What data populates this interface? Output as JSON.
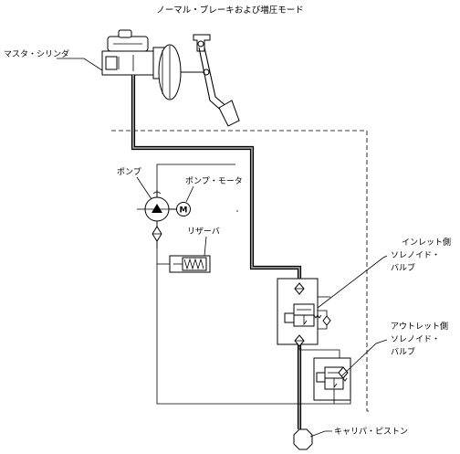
{
  "title": "ノーマル・ブレーキおよび増圧モード",
  "labels": {
    "master_cylinder": "マスタ・シリンダ",
    "pump": "ポンプ",
    "pump_motor": "ポンプ・モータ",
    "motor_symbol": "M",
    "reservoir": "リザーバ",
    "inlet_valve": [
      "インレット側",
      "ソレノイド・",
      "バルブ"
    ],
    "outlet_valve": [
      "アウトレット側",
      "ソレノイド・",
      "バルブ"
    ],
    "caliper_piston": "キャリパ・ピストン"
  }
}
